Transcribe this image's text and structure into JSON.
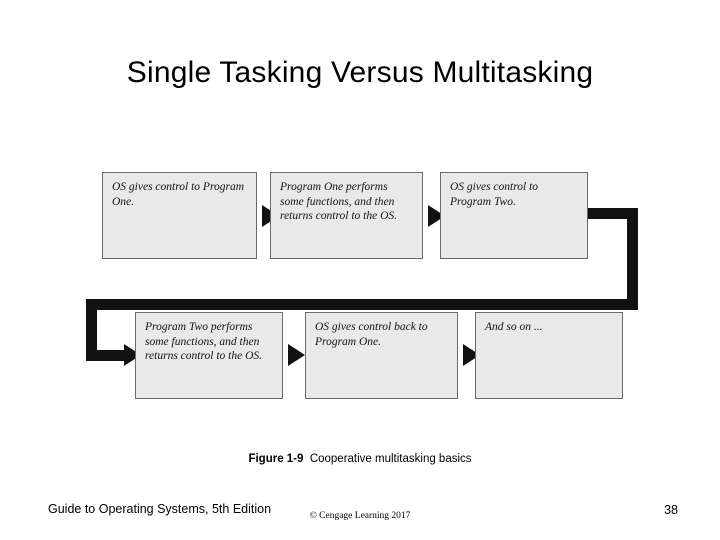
{
  "slide": {
    "title": "Single Tasking Versus Multitasking"
  },
  "figure": {
    "caption_label": "Figure 1-9",
    "caption_text": "Cooperative multitasking basics",
    "boxes": [
      {
        "id": "box1",
        "text": "OS gives control to Program One."
      },
      {
        "id": "box2",
        "text": "Program One performs some functions, and then returns control to the OS."
      },
      {
        "id": "box3",
        "text": "OS gives control to Program Two."
      },
      {
        "id": "box4",
        "text": "Program Two performs some functions, and then returns control to the OS."
      },
      {
        "id": "box5",
        "text": "OS gives control back to Program One."
      },
      {
        "id": "box6",
        "text": "And so on ..."
      }
    ],
    "arrows": [
      {
        "id": "arrow1",
        "direction": "right"
      },
      {
        "id": "arrow2",
        "direction": "right"
      },
      {
        "id": "arrow3",
        "direction": "left"
      },
      {
        "id": "arrow4",
        "direction": "right"
      },
      {
        "id": "arrow5",
        "direction": "right"
      }
    ],
    "colors": {
      "box_fill": "#e9e9e9",
      "box_border": "#6b6b6b",
      "arrow": "#111111"
    }
  },
  "footer": {
    "source": "Guide to Operating Systems, 5th Edition",
    "copyright": "© Cengage Learning  2017",
    "page_number": "38"
  }
}
